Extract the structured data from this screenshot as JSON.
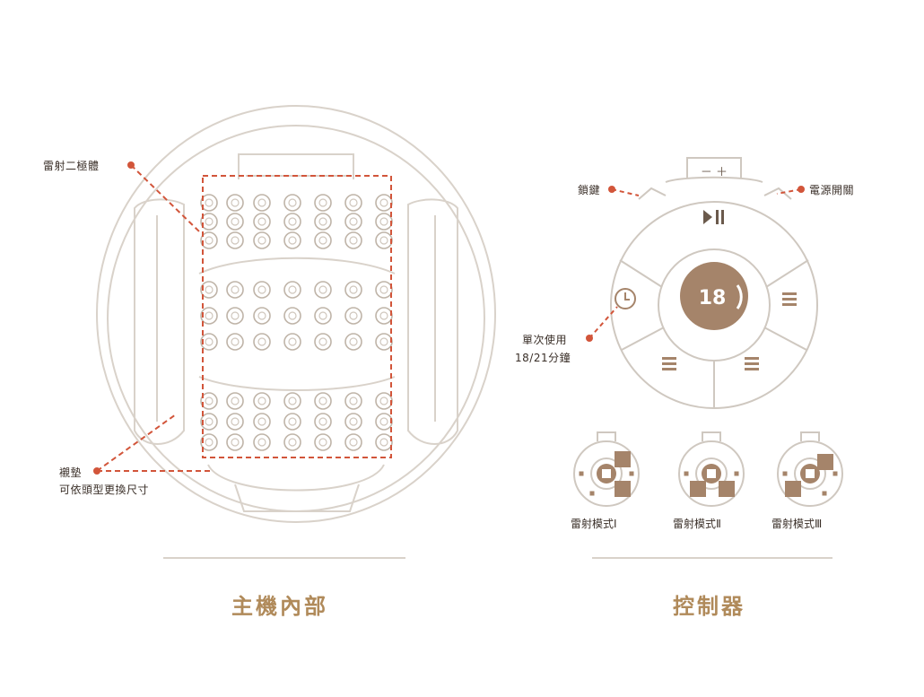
{
  "left": {
    "caption": "主機內部",
    "callouts": {
      "laser_diode": "雷射二極體",
      "pad_line1": "襯墊",
      "pad_line2": "可依頭型更換尺寸"
    }
  },
  "right": {
    "caption": "控制器",
    "callouts": {
      "lock": "鎖鍵",
      "power": "電源開關",
      "session_line1": "單次使用",
      "session_line2": "18/21分鐘"
    },
    "center_display": "18",
    "minus_plus": "－  ＋",
    "modes": [
      "雷射模式Ⅰ",
      "雷射模式Ⅱ",
      "雷射模式Ⅲ"
    ]
  },
  "colors": {
    "outline": "#d9d2ca",
    "accent_red": "#d2553a",
    "brown": "#a5846a",
    "caption": "#b08a5a"
  },
  "icons": [
    "play-pause-icon",
    "clock-icon",
    "mode-bars-icon"
  ]
}
